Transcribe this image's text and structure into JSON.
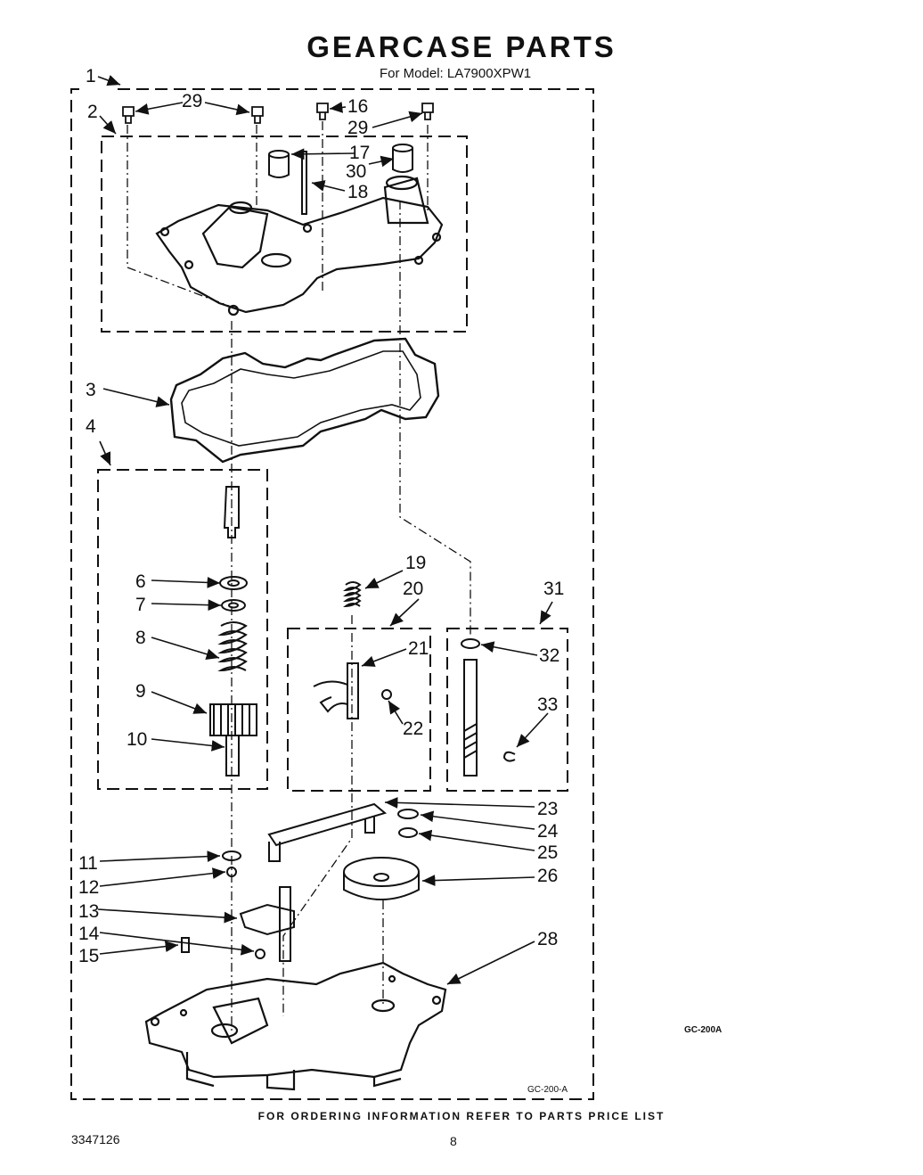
{
  "page": {
    "title": "GEARCASE PARTS",
    "subtitle": "For Model: LA7900XPW1",
    "footer": "FOR ORDERING INFORMATION REFER TO PARTS PRICE LIST",
    "doc_number": "3347126",
    "page_number": "8",
    "figure_code_side": "GC-200A",
    "figure_code_corner": "GC-200-A"
  },
  "callouts": {
    "c1": "1",
    "c2": "2",
    "c3": "3",
    "c4": "4",
    "c6": "6",
    "c7": "7",
    "c8": "8",
    "c9": "9",
    "c10": "10",
    "c11": "11",
    "c12": "12",
    "c13": "13",
    "c14": "14",
    "c15": "15",
    "c16": "16",
    "c17": "17",
    "c18": "18",
    "c19": "19",
    "c20": "20",
    "c21": "21",
    "c22": "22",
    "c23": "23",
    "c24": "24",
    "c25": "25",
    "c26": "26",
    "c28": "28",
    "c29a": "29",
    "c29b": "29",
    "c30": "30",
    "c31": "31",
    "c32": "32",
    "c33": "33"
  }
}
